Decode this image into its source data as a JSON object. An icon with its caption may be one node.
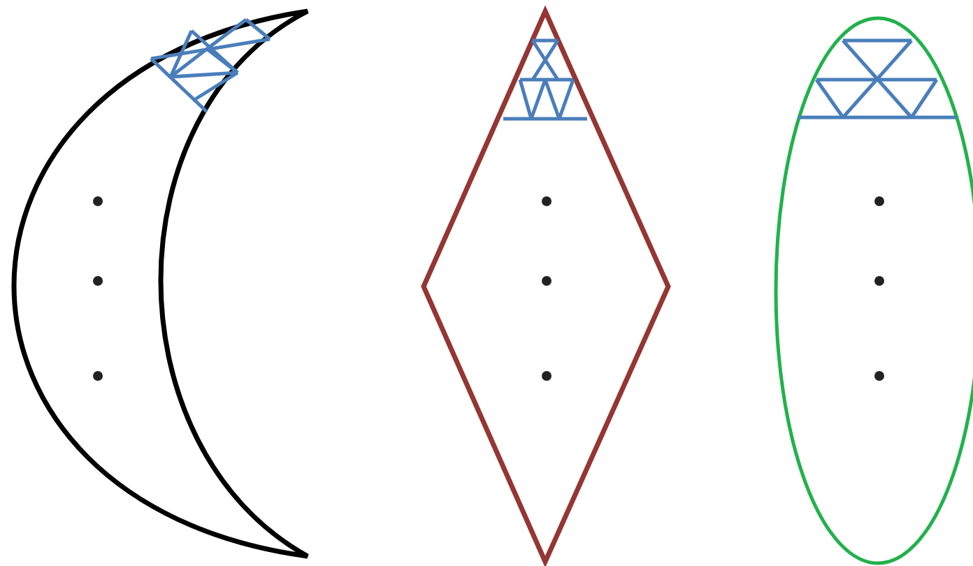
{
  "diagram": {
    "nodes": [
      {
        "text": [],
        "shape": "crescent"
      },
      {
        "text": [],
        "shape": "diamond"
      },
      {
        "text": [],
        "shape": "ellipse"
      }
    ]
  }
}
